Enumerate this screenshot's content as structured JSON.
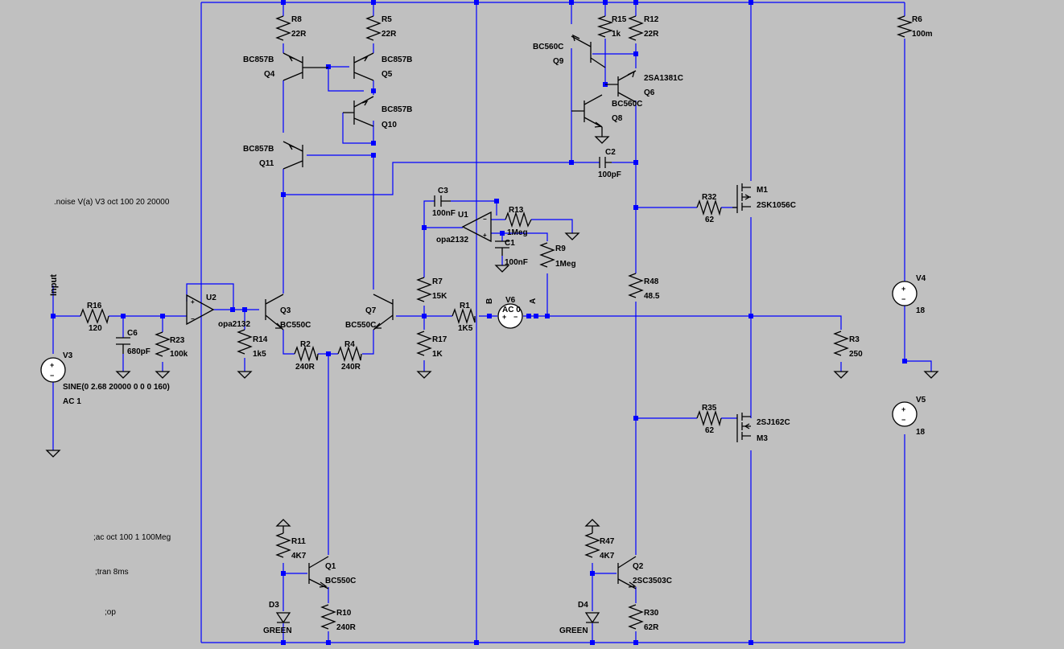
{
  "directives": {
    "noise": ".noise V(a) V3 oct 100 20 20000",
    "ac": ";ac oct 100 1 100Meg",
    "tran": ";tran 8ms",
    "op": ";op"
  },
  "net_labels": {
    "input": "Input",
    "a": "A",
    "b": "B"
  },
  "transistors": {
    "q1": {
      "name": "Q1",
      "model": "BC550C"
    },
    "q2": {
      "name": "Q2",
      "model": "2SC3503C"
    },
    "q3": {
      "name": "Q3",
      "model": "BC550C"
    },
    "q4": {
      "name": "Q4",
      "model": "BC857B"
    },
    "q5": {
      "name": "Q5",
      "model": "BC857B"
    },
    "q6": {
      "name": "Q6",
      "model": "2SA1381C"
    },
    "q7": {
      "name": "Q7",
      "model": "BC550C"
    },
    "q8": {
      "name": "Q8",
      "model": "BC560C"
    },
    "q9": {
      "name": "Q9",
      "model": "BC560C"
    },
    "q10": {
      "name": "Q10",
      "model": "BC857B"
    },
    "q11": {
      "name": "Q11",
      "model": "BC857B"
    },
    "m1": {
      "name": "M1",
      "model": "2SK1056C"
    },
    "m3": {
      "name": "M3",
      "model": "2SJ162C"
    }
  },
  "resistors": {
    "r1": {
      "name": "R1",
      "value": "1K5"
    },
    "r2": {
      "name": "R2",
      "value": "240R"
    },
    "r3": {
      "name": "R3",
      "value": "250"
    },
    "r4": {
      "name": "R4",
      "value": "240R"
    },
    "r5": {
      "name": "R5",
      "value": "22R"
    },
    "r6": {
      "name": "R6",
      "value": "100m"
    },
    "r7": {
      "name": "R7",
      "value": "15K"
    },
    "r8": {
      "name": "R8",
      "value": "22R"
    },
    "r9": {
      "name": "R9",
      "value": "1Meg"
    },
    "r10": {
      "name": "R10",
      "value": "240R"
    },
    "r11": {
      "name": "R11",
      "value": "4K7"
    },
    "r12": {
      "name": "R12",
      "value": "22R"
    },
    "r13": {
      "name": "R13",
      "value": "1Meg"
    },
    "r14": {
      "name": "R14",
      "value": "1k5"
    },
    "r15": {
      "name": "R15",
      "value": "1k"
    },
    "r16": {
      "name": "R16",
      "value": "120"
    },
    "r17": {
      "name": "R17",
      "value": "1K"
    },
    "r23": {
      "name": "R23",
      "value": "100k"
    },
    "r30": {
      "name": "R30",
      "value": "62R"
    },
    "r32": {
      "name": "R32",
      "value": "62"
    },
    "r35": {
      "name": "R35",
      "value": "62"
    },
    "r47": {
      "name": "R47",
      "value": "4K7"
    },
    "r48": {
      "name": "R48",
      "value": "48.5"
    }
  },
  "capacitors": {
    "c1": {
      "name": "C1",
      "value": "100nF"
    },
    "c2": {
      "name": "C2",
      "value": "100pF"
    },
    "c3": {
      "name": "C3",
      "value": "100nF"
    },
    "c6": {
      "name": "C6",
      "value": "680pF"
    }
  },
  "opamps": {
    "u1": {
      "name": "U1",
      "model": "opa2132"
    },
    "u2": {
      "name": "U2",
      "model": "opa2132"
    }
  },
  "diodes": {
    "d3": {
      "name": "D3",
      "value": "GREEN"
    },
    "d4": {
      "name": "D4",
      "value": "GREEN"
    }
  },
  "sources": {
    "v3": {
      "name": "V3",
      "value": "SINE(0 2.68 20000 0 0 0 160)",
      "ac": "AC 1"
    },
    "v4": {
      "name": "V4",
      "value": "18"
    },
    "v5": {
      "name": "V5",
      "value": "18"
    },
    "v6": {
      "name": "V6",
      "value": "AC 0"
    }
  },
  "colors": {
    "background": "#c0c0c0",
    "wire": "#0000ff",
    "component": "#000000"
  }
}
